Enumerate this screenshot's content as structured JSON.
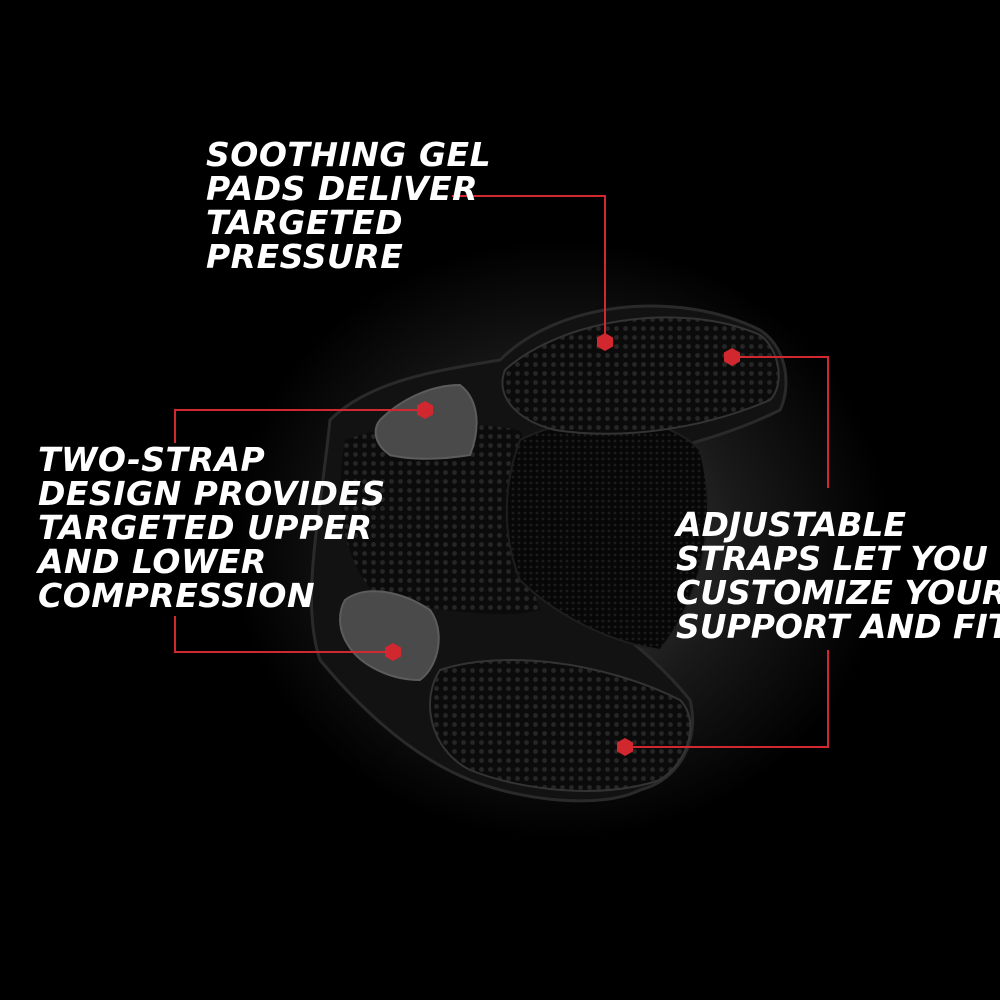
{
  "callouts": {
    "gel_pads": {
      "lines": [
        "SOOTHING GEL",
        "PADS DELIVER",
        "TARGETED",
        "PRESSURE"
      ]
    },
    "two_strap": {
      "lines": [
        "TWO-STRAP",
        "DESIGN PROVIDES",
        "TARGETED UPPER",
        "AND LOWER",
        "COMPRESSION"
      ]
    },
    "adjustable": {
      "lines": [
        "ADJUSTABLE",
        "STRAPS LET YOU",
        "CUSTOMIZE YOUR",
        "SUPPORT AND FIT"
      ]
    }
  },
  "colors": {
    "background": "#000000",
    "text": "#ffffff",
    "accent": "#d0282e",
    "brace": "#141414",
    "mesh": "#0a0a0a",
    "tab": "#4a4a4a"
  }
}
